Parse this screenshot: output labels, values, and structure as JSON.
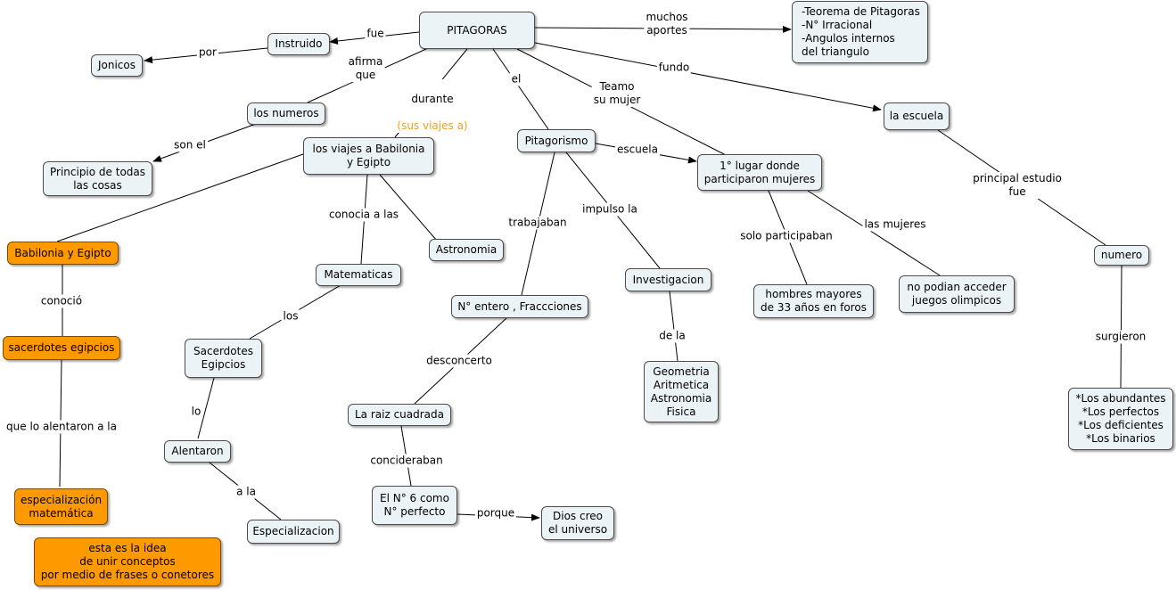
{
  "colors": {
    "node_fill": "#ecf3f6",
    "orange_fill": "#ff9900",
    "line": "#000000",
    "sub_label": "#f0a020"
  },
  "nodes": {
    "pitagoras": "PITAGORAS",
    "aportes": "-Teorema de Pitagoras\n -N° Irracional\n-Angulos internos\n   del triangulo",
    "instruido": "Instruido",
    "jonicos": "Jonicos",
    "los_numeros": "los numeros",
    "principio": "Principio de todas\nlas cosas",
    "viajes": "los viajes a Babilonia\ny Egipto",
    "pitagorismo": "Pitagorismo",
    "primer_lugar": "1° lugar donde\nparticiparon mujeres",
    "la_escuela": "la escuela",
    "babilonia": "Babilonia y Egipto",
    "astronomia": "Astronomia",
    "matematicas": "Matematicas",
    "n_entero": "N° entero , Fraccciones",
    "investigacion": "Investigacion",
    "hombres": "hombres mayores\nde 33 años en foros",
    "no_podian": "no podian acceder\n juegos olimpicos",
    "numero": "numero",
    "sacerdotes_egipcios_o": "sacerdotes egipcios",
    "sacerdotes": "Sacerdotes\nEgipcios",
    "geometria": "Geometria\nAritmetica\nAstronomia\nFisica",
    "raiz": "La raiz cuadrada",
    "alentaron": "Alentaron",
    "abundantes": "*Los abundantes\n*Los perfectos\n*Los deficientes\n*Los binarios",
    "especializacion_o": "especialización\nmatemática",
    "n6": "El N° 6 como\nN° perfecto",
    "dios": "Dios creo\nel universo",
    "especializacion": "Especializacion",
    "idea": "esta es la idea\nde unir conceptos\npor medio de frases o conetores"
  },
  "links": {
    "fue": "fue",
    "por": "por",
    "muchos_aportes": "muchos\naportes",
    "afirma_que": "afirma\nque",
    "durante": "durante",
    "durante_sub": "(sus viajes a)",
    "el": "el",
    "teamo": "Teamo\nsu mujer",
    "fundo": "fundo",
    "son_el": "son el",
    "escuela": "escuela",
    "conocia": "conocia a las",
    "trabajaban": "trabajaban",
    "impulso": "impulso la",
    "solo": "solo participaban",
    "las_mujeres": "las mujeres",
    "principal": "principal estudio\nfue",
    "conocio": "conoció",
    "los": "los",
    "desconcerto": "desconcerto",
    "de_la": "de la",
    "surgieron": "surgieron",
    "lo": "lo",
    "que_lo": "que lo  alentaron a  la",
    "concideraban": "concideraban",
    "a_la": "a la",
    "porque": "porque"
  }
}
